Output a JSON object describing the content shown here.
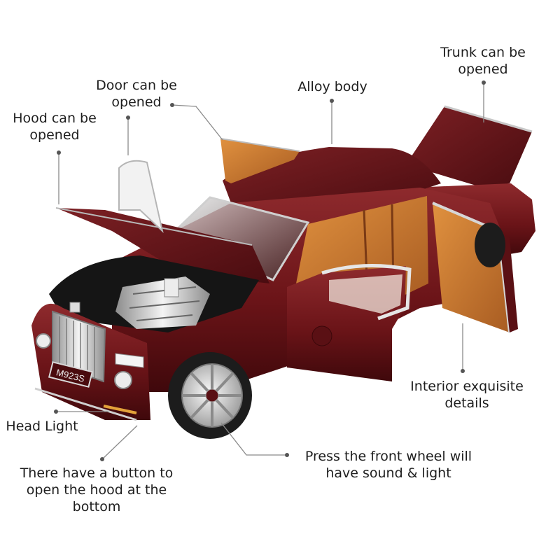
{
  "colors": {
    "body": "#6b1418",
    "body_dark": "#3f080b",
    "body_light": "#8e2a2d",
    "leather": "#c9772f",
    "leather_dark": "#9a5420",
    "chrome": "#d9d9d9",
    "tire": "#1c1c1c"
  },
  "plate": "M923S",
  "labels": {
    "hood": "Hood can be\nopened",
    "door": "Door can be\nopened",
    "alloy": "Alloy body",
    "trunk": "Trunk can be\nopened",
    "interior": "Interior exquisite\ndetails",
    "headlight": "Head Light",
    "button": "There have a button to\nopen the hood at the\nbottom",
    "wheel": "Press the front wheel will\nhave sound & light"
  }
}
